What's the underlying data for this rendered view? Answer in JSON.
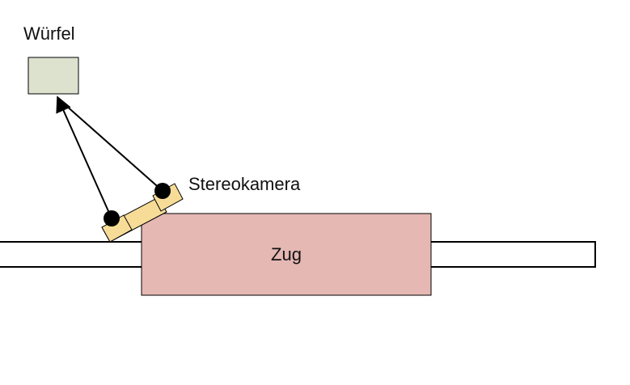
{
  "labels": {
    "cube": "Würfel",
    "camera": "Stereokamera",
    "train": "Zug"
  },
  "colors": {
    "cube_fill": "#dde2cf",
    "train_fill": "#e5b8b4",
    "camera_fill": "#f7dc98",
    "stroke": "#000000"
  },
  "elements": {
    "cube": "rectangle",
    "train": "rectangle",
    "track": "rail",
    "camera": "stereo-camera",
    "lenses": [
      "left-lens",
      "right-lens"
    ],
    "rays": [
      "ray-left-to-cube",
      "ray-right-to-cube"
    ]
  }
}
